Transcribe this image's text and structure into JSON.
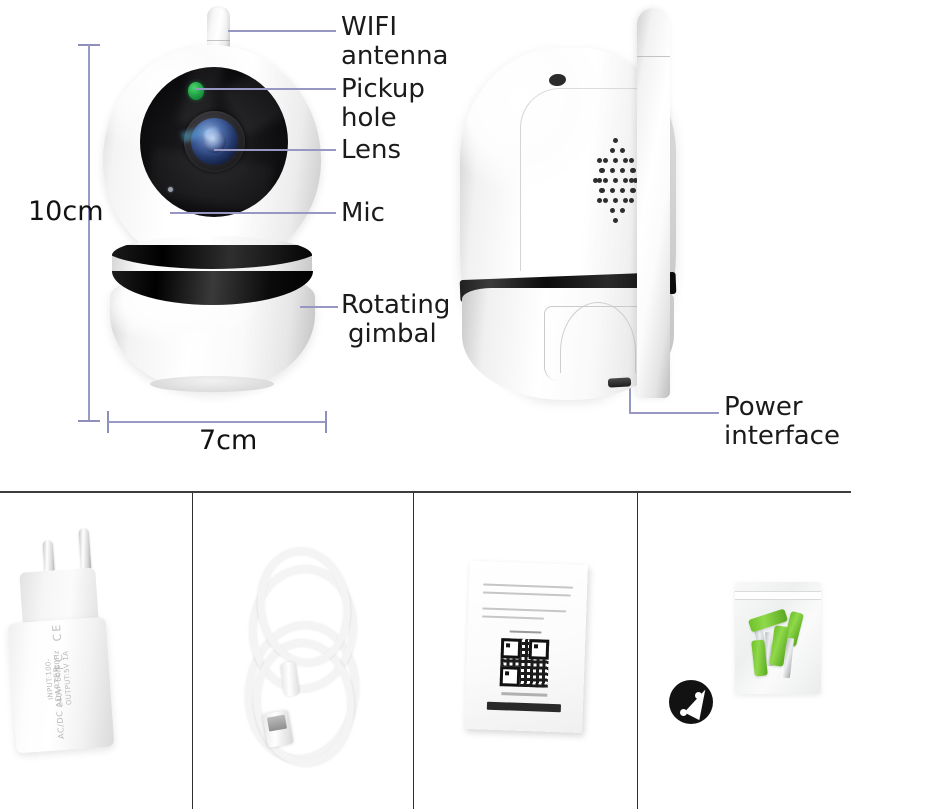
{
  "product": {
    "type": "wifi-security-camera",
    "views": {
      "front": {
        "name": "front-view",
        "parts": [
          "antenna",
          "pickup-hole",
          "lens",
          "mic",
          "rotating-gimbal"
        ]
      },
      "side": {
        "name": "side-view",
        "parts": [
          "antenna-folded",
          "pickup-hole",
          "speaker-grille",
          "power-interface"
        ]
      }
    }
  },
  "annotations": [
    {
      "id": "wifi-antenna",
      "label": "WIFI\nantenna",
      "line1": "WIFI",
      "line2": "antenna"
    },
    {
      "id": "pickup-hole",
      "label": "Pickup\nhole",
      "line1": "Pickup",
      "line2": "hole"
    },
    {
      "id": "lens",
      "label": "Lens",
      "line1": "Lens",
      "line2": ""
    },
    {
      "id": "mic",
      "label": "Mic",
      "line1": "Mic",
      "line2": ""
    },
    {
      "id": "rotating-gimbal",
      "label": "Rotating\ngimbal",
      "line1": "Rotating",
      "line2": "gimbal"
    },
    {
      "id": "power-interface",
      "label": "Power\ninterface",
      "line1": "Power",
      "line2": "interface"
    }
  ],
  "dimensions": {
    "height": "10cm",
    "width": "7cm"
  },
  "accessories": [
    {
      "id": "power-adapter",
      "name": "ac-dc-power-adapter",
      "markings": "FC  CE",
      "label_text": "AC/DC ADAPTER",
      "spec_text": "INPUT:100-240V~50/60Hz\nOUTPUT:5V 1A"
    },
    {
      "id": "usb-cable",
      "name": "usb-power-cable"
    },
    {
      "id": "manual",
      "name": "instruction-manual"
    },
    {
      "id": "mounting-kit",
      "name": "bracket-and-screws"
    }
  ],
  "colors": {
    "leader_line": "#9797c4",
    "dimension_line": "#9a9ac6",
    "text": "#1b1b1b",
    "divider": "#2f2f2f",
    "background": "#ffffff",
    "pickup_led": "#23a84a",
    "anchor_green": "#6ec02a"
  }
}
